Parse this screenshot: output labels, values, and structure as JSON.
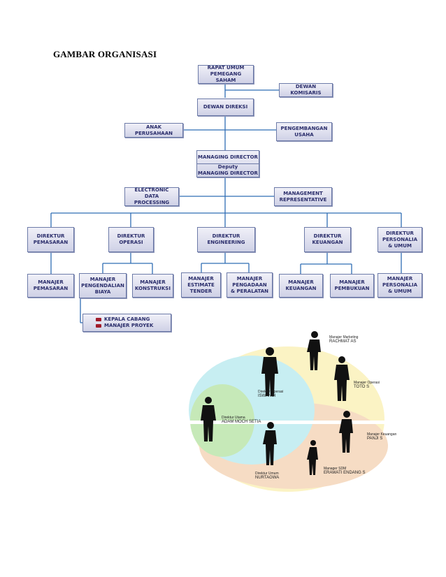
{
  "page_title": "GAMBAR ORGANISASI",
  "org": {
    "rups": [
      "RAPAT UMUM",
      "PEMEGANG SAHAM"
    ],
    "komisaris": "DEWAN KOMISARIS",
    "direksi": "DEWAN DIREKSI",
    "anak": "ANAK PERUSAHAAN",
    "pengembangan": [
      "PENGEMBANGAN",
      "USAHA"
    ],
    "md": "MANAGING DIRECTOR",
    "deputy": [
      "Deputy",
      "MANAGING DIRECTOR"
    ],
    "edp": [
      "ELECTRONIC",
      "DATA PROCESSING"
    ],
    "mr": [
      "MANAGEMENT",
      "REPRESENTATIVE"
    ],
    "dir_pemasaran": [
      "DIREKTUR",
      "PEMASARAN"
    ],
    "dir_operasi": [
      "DIREKTUR",
      "OPERASI"
    ],
    "dir_engineering": [
      "DIREKTUR",
      "ENGINEERING"
    ],
    "dir_keuangan": [
      "DIREKTUR",
      "KEUANGAN"
    ],
    "dir_personalia": [
      "DIREKTUR",
      "PERSONALIA",
      "& UMUM"
    ],
    "mgr_pemasaran": [
      "MANAJER",
      "PEMASARAN"
    ],
    "mgr_pengendalian": [
      "MANAJER",
      "PENGENDALIAN",
      "BIAYA"
    ],
    "mgr_konstruksi": [
      "MANAJER",
      "KONSTRUKSI"
    ],
    "mgr_estimate": [
      "MANAJER",
      "ESTIMATE",
      "TENDER"
    ],
    "mgr_pengadaan": [
      "MANAJER",
      "PENGADAAN",
      "& PERALATAN"
    ],
    "mgr_keuangan": [
      "MANAJER",
      "KEUANGAN"
    ],
    "mgr_pembukuan": [
      "MANAJER",
      "PEMBUKUAN"
    ],
    "mgr_personalia": [
      "MANAJER",
      "PERSONALIA",
      "& UMUM"
    ],
    "legend": [
      "KEPALA CABANG",
      "MANAJER PROYEK"
    ]
  },
  "people": [
    {
      "role": "Manajer Marketing",
      "name": "RACHMAT AS"
    },
    {
      "role": "Manajer Operasi",
      "name": "TOTO S"
    },
    {
      "role": "Direktur Operasi",
      "name": "ISWANDI"
    },
    {
      "role": "Direktur Utama",
      "name": "ADAM MOCH SETIA"
    },
    {
      "role": "Manajer Keuangan",
      "name": "PANJI S"
    },
    {
      "role": "Manager SDM",
      "name": "ERAWATI ENDANG S"
    },
    {
      "role": "Direktur Umum",
      "name": "NURTAGWA"
    }
  ],
  "colors": {
    "connector": "#2f6db4",
    "box_text": "#2a2d6b",
    "box_border": "#6d7ba8",
    "ellipse_yellow": "#fbf3c4",
    "ellipse_cyan": "#c7eef2",
    "ellipse_green": "#c6e9b8",
    "ellipse_peach": "#f6dcc4",
    "legend_mark": "#a11c2a"
  }
}
